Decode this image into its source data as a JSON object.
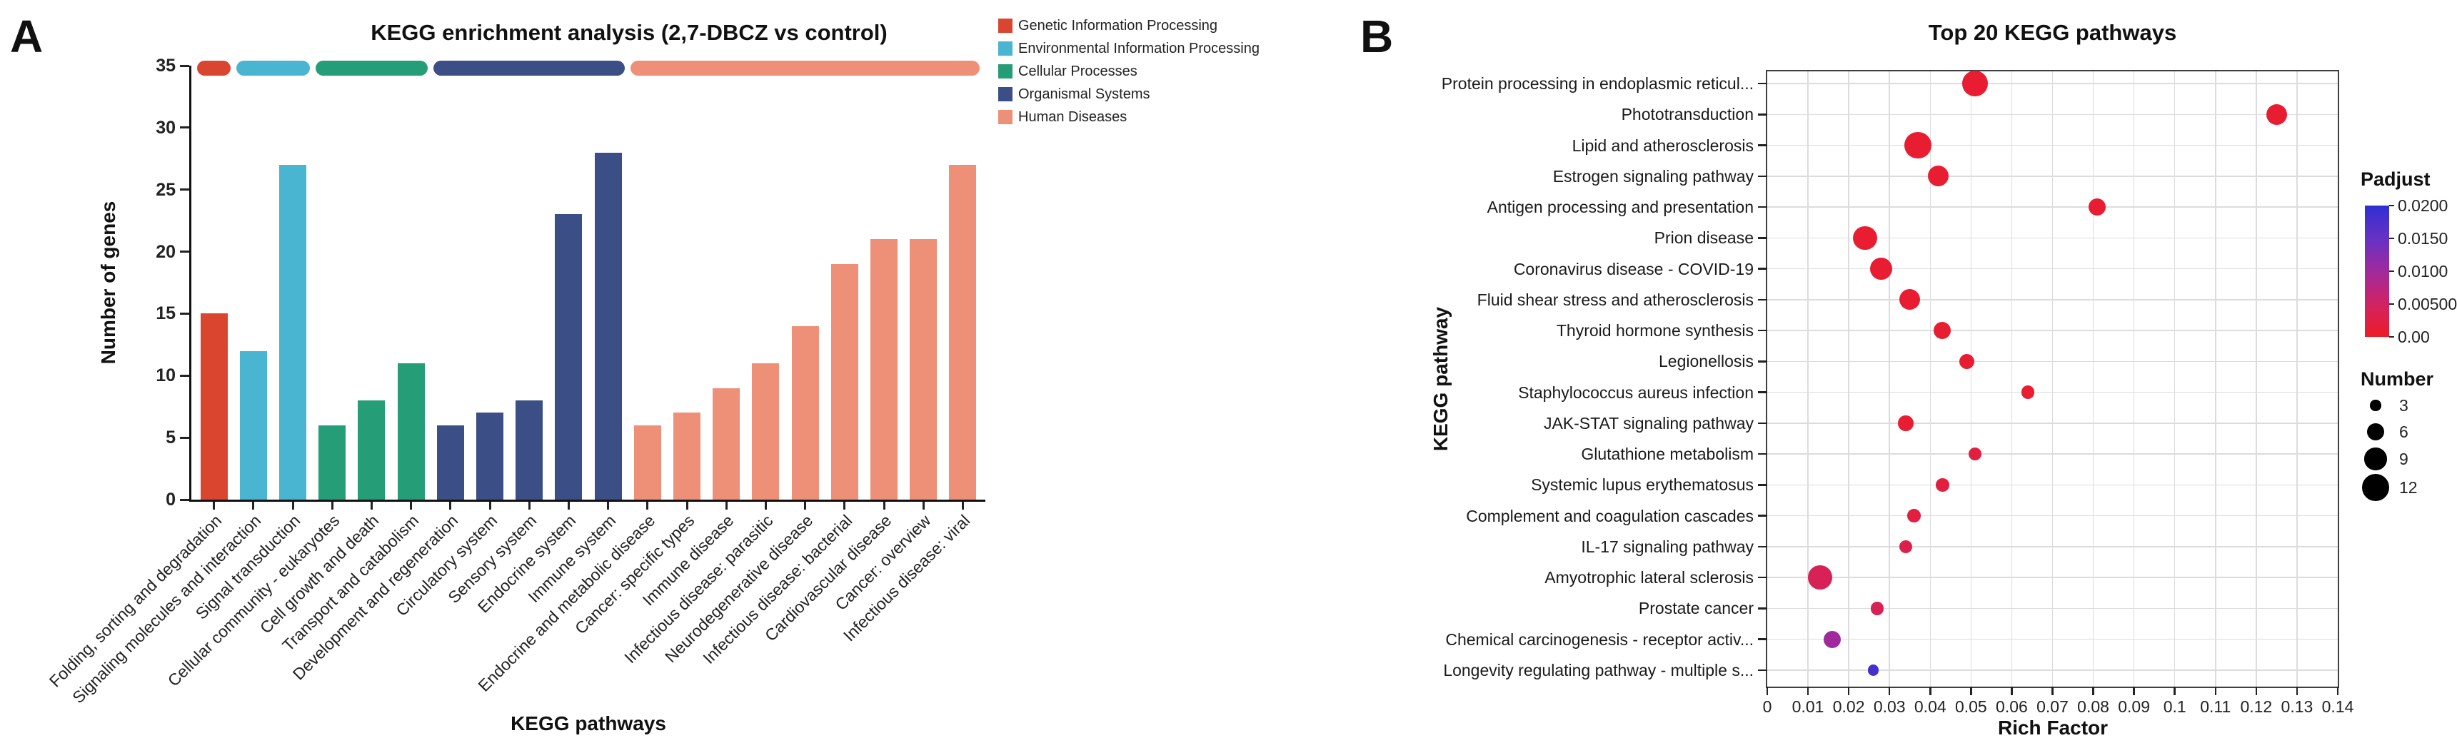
{
  "background": "#ffffff",
  "chart_data": [
    {
      "id": "A",
      "panel_label": "A",
      "type": "bar",
      "title": "KEGG enrichment analysis (2,7-DBCZ vs control)",
      "xlabel": "KEGG pathways",
      "ylabel": "Number of genes",
      "ylim": [
        0,
        35
      ],
      "yticks": [
        0,
        5,
        10,
        15,
        20,
        25,
        30,
        35
      ],
      "legend_position": "top-right",
      "grid": false,
      "groups": [
        {
          "name": "Genetic Information Processing",
          "color": "#d9452f"
        },
        {
          "name": "Environmental Information Processing",
          "color": "#4ab5d1"
        },
        {
          "name": "Cellular Processes",
          "color": "#259e78"
        },
        {
          "name": "Organismal Systems",
          "color": "#3b4e85"
        },
        {
          "name": "Human Diseases",
          "color": "#ee9078"
        }
      ],
      "categories": [
        "Folding, sorting and degradation",
        "Signaling molecules and interaction",
        "Signal transduction",
        "Cellular community - eukaryotes",
        "Cell growth and death",
        "Transport and catabolism",
        "Development and regeneration",
        "Circulatory system",
        "Sensory system",
        "Endocrine system",
        "Immune system",
        "Endocrine and metabolic disease",
        "Cancer: specific types",
        "Immune disease",
        "Infectious disease: parasitic",
        "Neurodegenerative disease",
        "Infectious disease: bacterial",
        "Cardiovascular disease",
        "Cancer: overview",
        "Infectious disease: viral"
      ],
      "values": [
        15,
        12,
        27,
        6,
        8,
        11,
        6,
        7,
        8,
        23,
        28,
        6,
        7,
        9,
        11,
        14,
        19,
        21,
        21,
        27
      ],
      "group_index": [
        0,
        1,
        1,
        2,
        2,
        2,
        3,
        3,
        3,
        3,
        3,
        4,
        4,
        4,
        4,
        4,
        4,
        4,
        4,
        4
      ]
    },
    {
      "id": "B",
      "panel_label": "B",
      "type": "scatter",
      "title": "Top 20 KEGG pathways",
      "xlabel": "Rich Factor",
      "ylabel": "KEGG pathway",
      "xlim": [
        0,
        0.14
      ],
      "xtick_labels": [
        "0",
        "0.01",
        "0.02",
        "0.03",
        "0.04",
        "0.05",
        "0.06",
        "0.07",
        "0.08",
        "0.09",
        "0.1",
        "0.11",
        "0.12",
        "0.13",
        "0.14"
      ],
      "grid": true,
      "color_legend": {
        "title": "Padjust",
        "tick_labels": [
          "0.0200",
          "0.0150",
          "0.0100",
          "0.00500",
          "0.00"
        ],
        "stops": [
          {
            "value": 0.0,
            "color": "#ee1c25"
          },
          {
            "value": 0.005,
            "color": "#d02363"
          },
          {
            "value": 0.01,
            "color": "#a02a9c"
          },
          {
            "value": 0.015,
            "color": "#6632c4"
          },
          {
            "value": 0.02,
            "color": "#2f2fd3"
          }
        ]
      },
      "size_legend": {
        "title": "Number",
        "values": [
          3,
          6,
          9,
          12
        ]
      },
      "points": [
        {
          "pathway": "Protein processing in endoplasmic reticul...",
          "rich_factor": 0.051,
          "number": 11,
          "padjust": 0.001
        },
        {
          "pathway": "Phototransduction",
          "rich_factor": 0.125,
          "number": 8,
          "padjust": 0.001
        },
        {
          "pathway": "Lipid and atherosclerosis",
          "rich_factor": 0.037,
          "number": 12,
          "padjust": 0.001
        },
        {
          "pathway": "Estrogen signaling pathway",
          "rich_factor": 0.042,
          "number": 8,
          "padjust": 0.001
        },
        {
          "pathway": "Antigen processing and presentation",
          "rich_factor": 0.081,
          "number": 6,
          "padjust": 0.001
        },
        {
          "pathway": "Prion disease",
          "rich_factor": 0.024,
          "number": 10,
          "padjust": 0.001
        },
        {
          "pathway": "Coronavirus disease - COVID-19",
          "rich_factor": 0.028,
          "number": 9,
          "padjust": 0.001
        },
        {
          "pathway": "Fluid shear stress and atherosclerosis",
          "rich_factor": 0.035,
          "number": 8,
          "padjust": 0.001
        },
        {
          "pathway": "Thyroid hormone synthesis",
          "rich_factor": 0.043,
          "number": 6,
          "padjust": 0.001
        },
        {
          "pathway": "Legionellosis",
          "rich_factor": 0.049,
          "number": 5,
          "padjust": 0.001
        },
        {
          "pathway": "Staphylococcus aureus infection",
          "rich_factor": 0.064,
          "number": 4,
          "padjust": 0.001
        },
        {
          "pathway": "JAK-STAT signaling pathway",
          "rich_factor": 0.034,
          "number": 5,
          "padjust": 0.001
        },
        {
          "pathway": "Glutathione metabolism",
          "rich_factor": 0.051,
          "number": 4,
          "padjust": 0.002
        },
        {
          "pathway": "Systemic lupus erythematosus",
          "rich_factor": 0.043,
          "number": 4,
          "padjust": 0.002
        },
        {
          "pathway": "Complement and coagulation cascades",
          "rich_factor": 0.036,
          "number": 4,
          "padjust": 0.002
        },
        {
          "pathway": "IL-17 signaling pathway",
          "rich_factor": 0.034,
          "number": 4,
          "padjust": 0.003
        },
        {
          "pathway": "Amyotrophic lateral sclerosis",
          "rich_factor": 0.013,
          "number": 10,
          "padjust": 0.004
        },
        {
          "pathway": "Prostate cancer",
          "rich_factor": 0.027,
          "number": 4,
          "padjust": 0.004
        },
        {
          "pathway": "Chemical carcinogenesis - receptor activ...",
          "rich_factor": 0.016,
          "number": 6,
          "padjust": 0.01
        },
        {
          "pathway": "Longevity regulating pathway - multiple s...",
          "rich_factor": 0.026,
          "number": 3,
          "padjust": 0.018
        }
      ]
    }
  ]
}
